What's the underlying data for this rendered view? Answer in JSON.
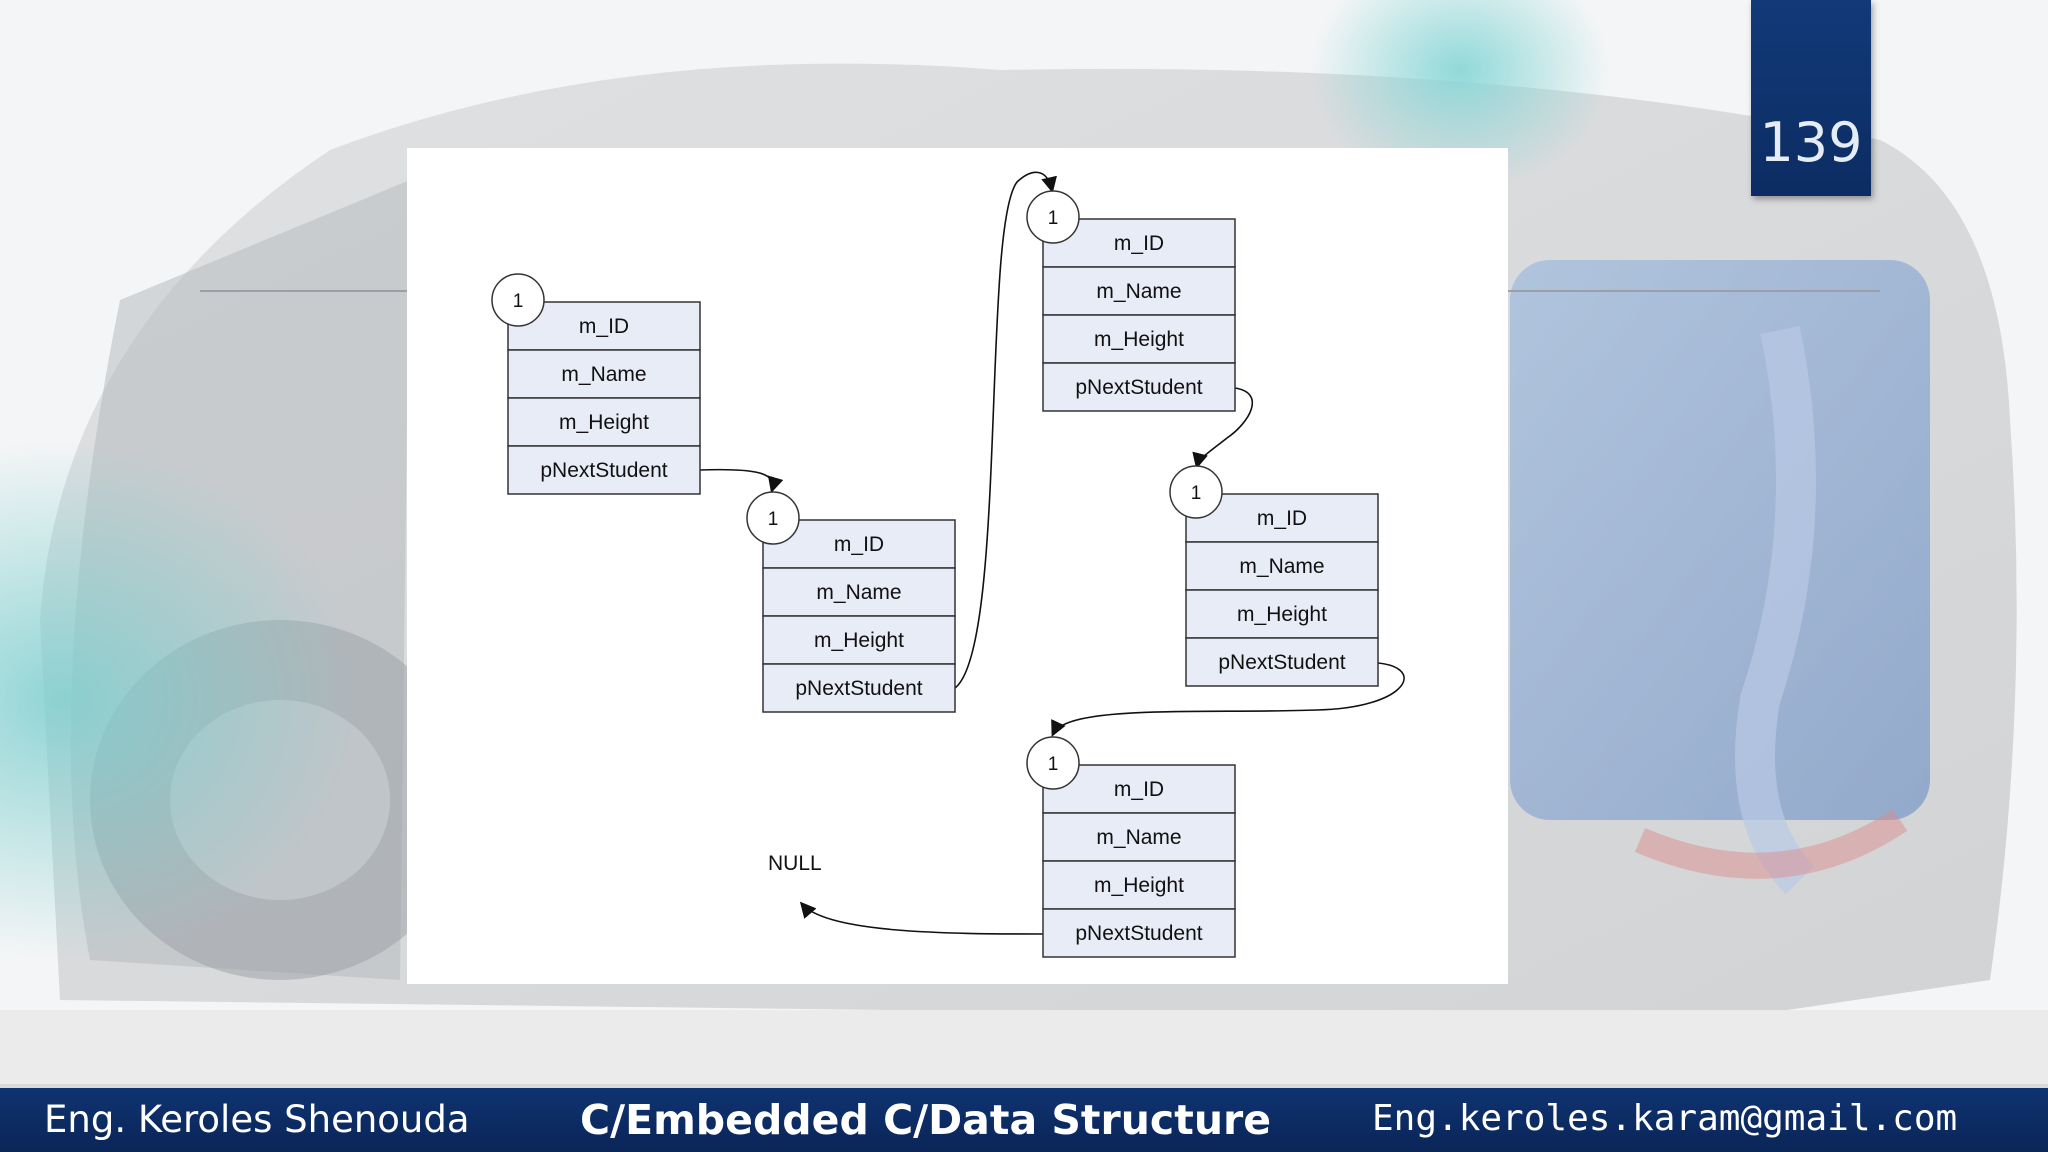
{
  "slide": {
    "page_number": "139"
  },
  "footer": {
    "author": "Eng. Keroles Shenouda",
    "course": "C/Embedded C/Data Structure",
    "email": "Eng.keroles.karam@gmail.com"
  },
  "diagram": {
    "nodes": [
      {
        "badge": "1",
        "fields": [
          "m_ID",
          "m_Name",
          "m_Height",
          "pNextStudent"
        ]
      },
      {
        "badge": "1",
        "fields": [
          "m_ID",
          "m_Name",
          "m_Height",
          "pNextStudent"
        ]
      },
      {
        "badge": "1",
        "fields": [
          "m_ID",
          "m_Name",
          "m_Height",
          "pNextStudent"
        ]
      },
      {
        "badge": "1",
        "fields": [
          "m_ID",
          "m_Name",
          "m_Height",
          "pNextStudent"
        ]
      },
      {
        "badge": "1",
        "fields": [
          "m_ID",
          "m_Name",
          "m_Height",
          "pNextStudent"
        ]
      }
    ],
    "terminal_label": "NULL"
  },
  "colors": {
    "node_fill": "#e8ecf7",
    "node_border": "#333333",
    "footer_bg": "#0f3371",
    "badge_bg": "#123a78"
  }
}
